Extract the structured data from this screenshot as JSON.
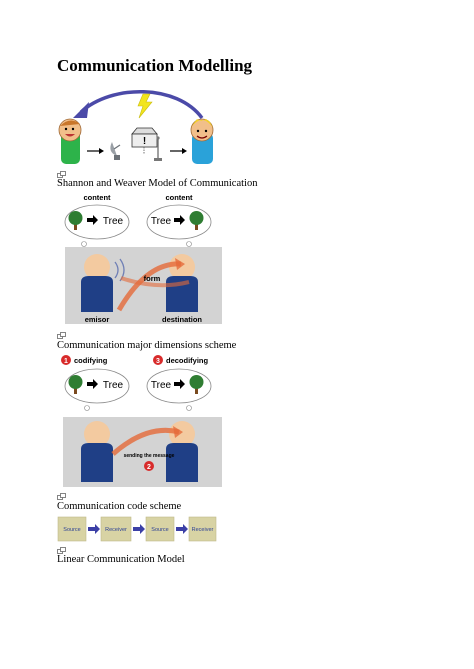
{
  "document": {
    "title": "Communication Modelling",
    "figures": [
      {
        "caption": "Shannon and Weaver Model of Communication",
        "icon": "enlarge-icon"
      },
      {
        "caption": "Communication major dimensions scheme",
        "icon": "enlarge-icon",
        "labels": {
          "content_left": "content",
          "content_right": "content",
          "tree_left": "Tree",
          "tree_right": "Tree",
          "form": "form",
          "emisor": "emisor",
          "destination": "destination"
        }
      },
      {
        "caption": "Communication code scheme",
        "icon": "enlarge-icon",
        "labels": {
          "step1_number": "1",
          "step1": "codifying",
          "step3_number": "3",
          "step3": "decodifying",
          "step2_number": "2",
          "sending": "sending the message",
          "tree_left": "Tree",
          "tree_right": "Tree"
        }
      },
      {
        "caption": "Linear Communication Model",
        "icon": "enlarge-icon",
        "labels": {
          "box1": "Source",
          "box2": "Receiver",
          "box3": "Source",
          "box4": "Receiver"
        }
      }
    ]
  }
}
